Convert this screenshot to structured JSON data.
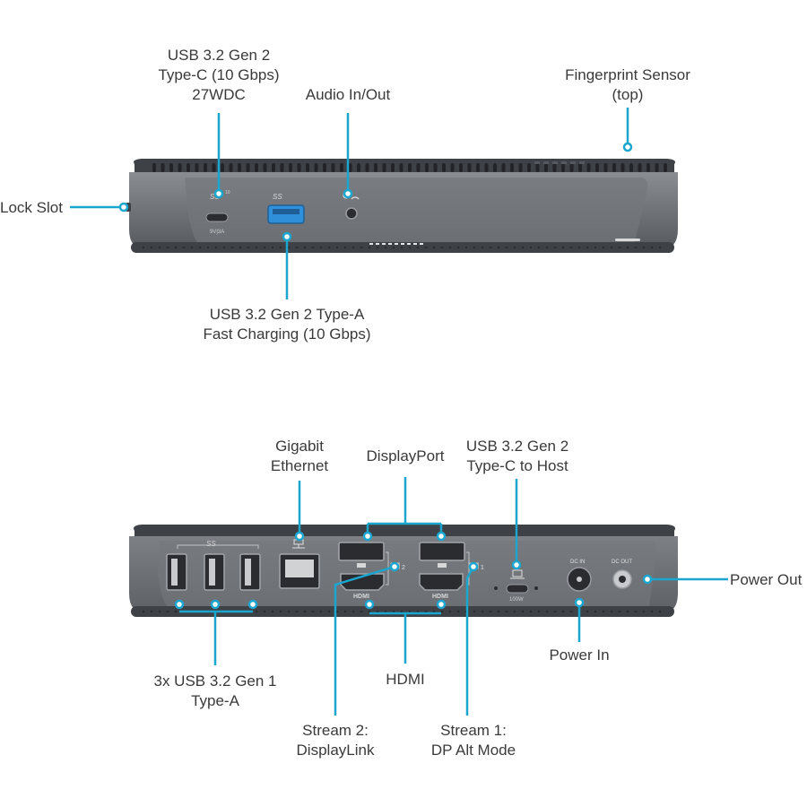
{
  "colors": {
    "callout": "#1ba6cf",
    "device_body": "#6b6e73",
    "device_top": "#3e4146",
    "port_dark": "#2a2c30",
    "usb_blue": "#2f8fd8"
  },
  "front_view": {
    "labels": {
      "usbc_front": [
        "USB 3.2 Gen 2",
        "Type-C (10 Gbps)",
        "27WDC"
      ],
      "audio": [
        "Audio In/Out"
      ],
      "fingerprint": [
        "Fingerprint Sensor",
        "(top)"
      ],
      "lock_slot": [
        "Lock Slot"
      ],
      "usba_front": [
        "USB 3.2 Gen 2 Type-A",
        "Fast Charging (10 Gbps)"
      ]
    },
    "port_marks": {
      "usbc_rating": "9V|3A",
      "ss_logo": "SS",
      "ss_logo_sup": "10"
    }
  },
  "rear_view": {
    "labels": {
      "ethernet": [
        "Gigabit",
        "Ethernet"
      ],
      "displayport": [
        "DisplayPort"
      ],
      "usbc_host": [
        "USB 3.2 Gen 2",
        "Type-C to Host"
      ],
      "power_out": [
        "Power Out"
      ],
      "power_in": [
        "Power In"
      ],
      "usba_rear": [
        "3x USB 3.2 Gen 1",
        "Type-A"
      ],
      "hdmi": [
        "HDMI"
      ],
      "stream2": [
        "Stream 2:",
        "DisplayLink"
      ],
      "stream1": [
        "Stream 1:",
        "DP Alt Mode"
      ]
    },
    "port_marks": {
      "dc_in": "DC IN",
      "dc_out": "DC OUT",
      "usbc_rating": "100W",
      "hdmi_mark": "HDMI",
      "stream_2": "2",
      "stream_1": "1"
    }
  }
}
